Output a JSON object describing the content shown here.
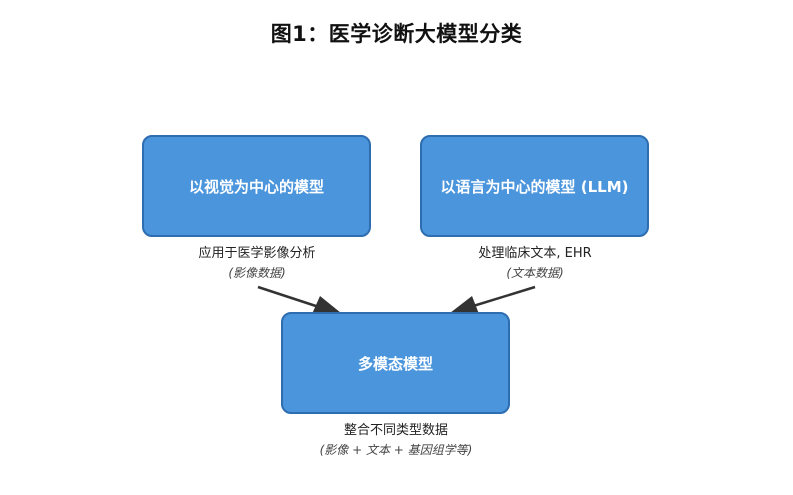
{
  "title": "图1：医学诊断大模型分类",
  "nodes": {
    "vision": {
      "label": "以视觉为中心的模型",
      "description": "应用于医学影像分析",
      "data_type": "(影像数据)"
    },
    "llm": {
      "label": "以语言为中心的模型 (LLM)",
      "description": "处理临床文本, EHR",
      "data_type": "(文本数据)"
    },
    "multimodal": {
      "label": "多模态模型",
      "description": "整合不同类型数据",
      "data_type": "(影像 + 文本 + 基因组学等)"
    }
  },
  "colors": {
    "box_fill": "#4a95dc",
    "box_border": "#2d6db0",
    "arrow": "#333333"
  }
}
